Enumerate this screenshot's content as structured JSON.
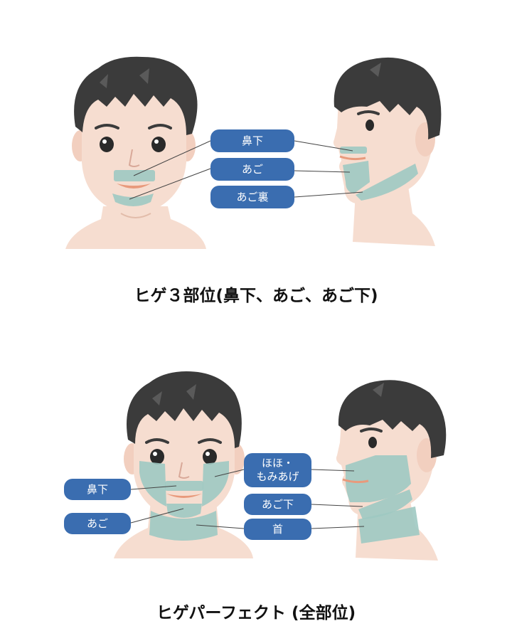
{
  "section1": {
    "labels": {
      "nose_under": "鼻下",
      "chin": "あご",
      "under_chin": "あご裏"
    },
    "caption": "ヒゲ３部位(鼻下、あご、あご下)"
  },
  "section2": {
    "labels": {
      "nose_under": "鼻下",
      "chin": "あご",
      "cheek_line1": "ほほ・",
      "cheek_line2": "もみあげ",
      "under_chin": "あご下",
      "neck": "首"
    },
    "caption": "ヒゲパーフェクト (全部位)"
  },
  "colors": {
    "label": "#3a6db0",
    "skin": "#f6ddd0",
    "hair": "#3b3b3b",
    "zone": "#9ec9c2"
  }
}
